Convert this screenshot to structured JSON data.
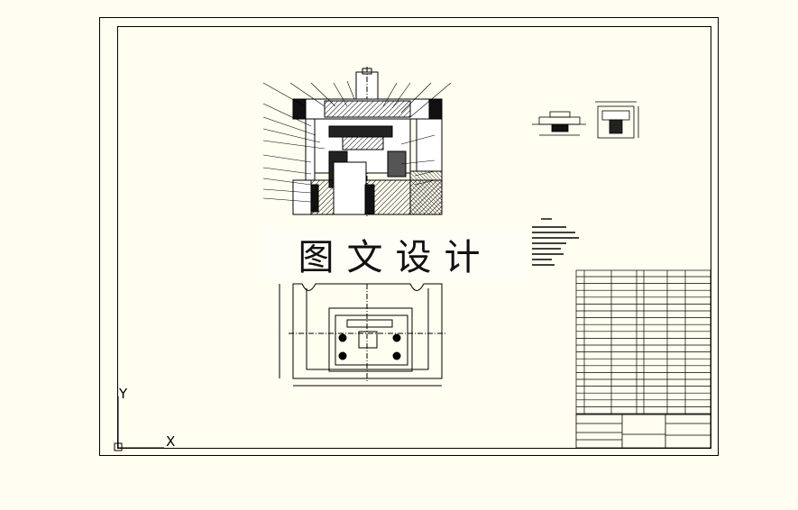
{
  "watermark": {
    "text": "图文设计"
  },
  "ucs": {
    "y_label": "Y",
    "x_label": "X"
  },
  "colors": {
    "background": "#fffef0",
    "line": "#000000"
  }
}
